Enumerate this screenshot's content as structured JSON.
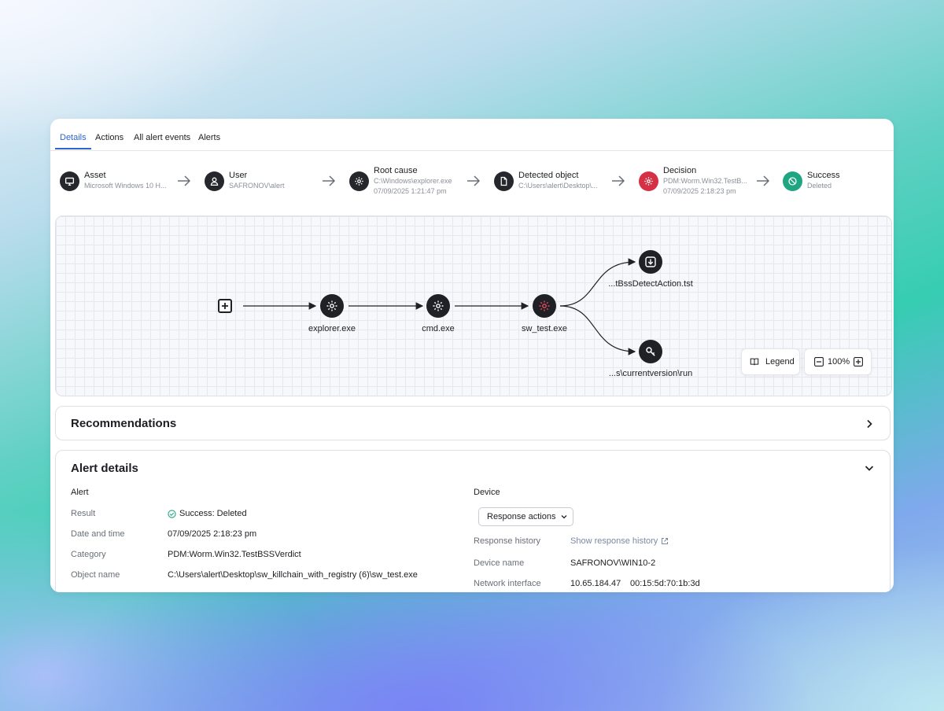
{
  "tabs": [
    {
      "label": "Details",
      "active": true
    },
    {
      "label": "Actions"
    },
    {
      "label": "All alert events"
    },
    {
      "label": "Alerts"
    }
  ],
  "timeline": [
    {
      "title": "Asset",
      "sub1": "Microsoft Windows 10 H...",
      "icon": "monitor-icon"
    },
    {
      "title": "User",
      "sub1": "SAFRONOV\\alert",
      "icon": "user-icon"
    },
    {
      "title": "Root cause",
      "sub1": "C:\\Windows\\explorer.exe",
      "sub2": "07/09/2025 1:21:47 pm",
      "icon": "gear-icon"
    },
    {
      "title": "Detected object",
      "sub1": "C:\\Users\\alert\\Desktop\\...",
      "icon": "file-icon"
    },
    {
      "title": "Decision",
      "sub1": "PDM:Worm.Win32.TestB...",
      "sub2": "07/09/2025 2:18:23 pm",
      "icon": "gear-icon"
    },
    {
      "title": "Success",
      "sub1": "Deleted",
      "icon": "block-icon"
    }
  ],
  "graph": {
    "nodes": [
      {
        "label": "explorer.exe",
        "icon": "gear-icon"
      },
      {
        "label": "cmd.exe",
        "icon": "gear-icon"
      },
      {
        "label": "sw_test.exe",
        "icon": "gear-icon"
      },
      {
        "label": "...tBssDetectAction.tst",
        "icon": "download-icon"
      },
      {
        "label": "...s\\currentversion\\run",
        "icon": "key-icon"
      }
    ],
    "legend_label": "Legend",
    "zoom_level": "100%"
  },
  "recommendations": {
    "title": "Recommendations"
  },
  "alert_details": {
    "title": "Alert details",
    "alert_section": "Alert",
    "device_section": "Device",
    "alert_rows": [
      {
        "label": "Result",
        "value": "Success: Deleted"
      },
      {
        "label": "Date and time",
        "value": "07/09/2025 2:18:23 pm"
      },
      {
        "label": "Category",
        "value": "PDM:Worm.Win32.TestBSSVerdict"
      },
      {
        "label": "Object name",
        "value": "C:\\Users\\alert\\Desktop\\sw_killchain_with_registry (6)\\sw_test.exe"
      }
    ],
    "response_actions_label": "Response actions",
    "device_rows": [
      {
        "label": "Response history",
        "value": "Show response history"
      },
      {
        "label": "Device name",
        "value": "SAFRONOV\\WIN10-2"
      },
      {
        "label": "Network interface",
        "value": "10.65.184.47",
        "value2": "00:15:5d:70:1b:3d"
      }
    ]
  },
  "colors": {
    "accent": "#2e63d1",
    "decision_red": "#d53044",
    "success_green": "#20a583",
    "dark_node": "#1f2126"
  }
}
